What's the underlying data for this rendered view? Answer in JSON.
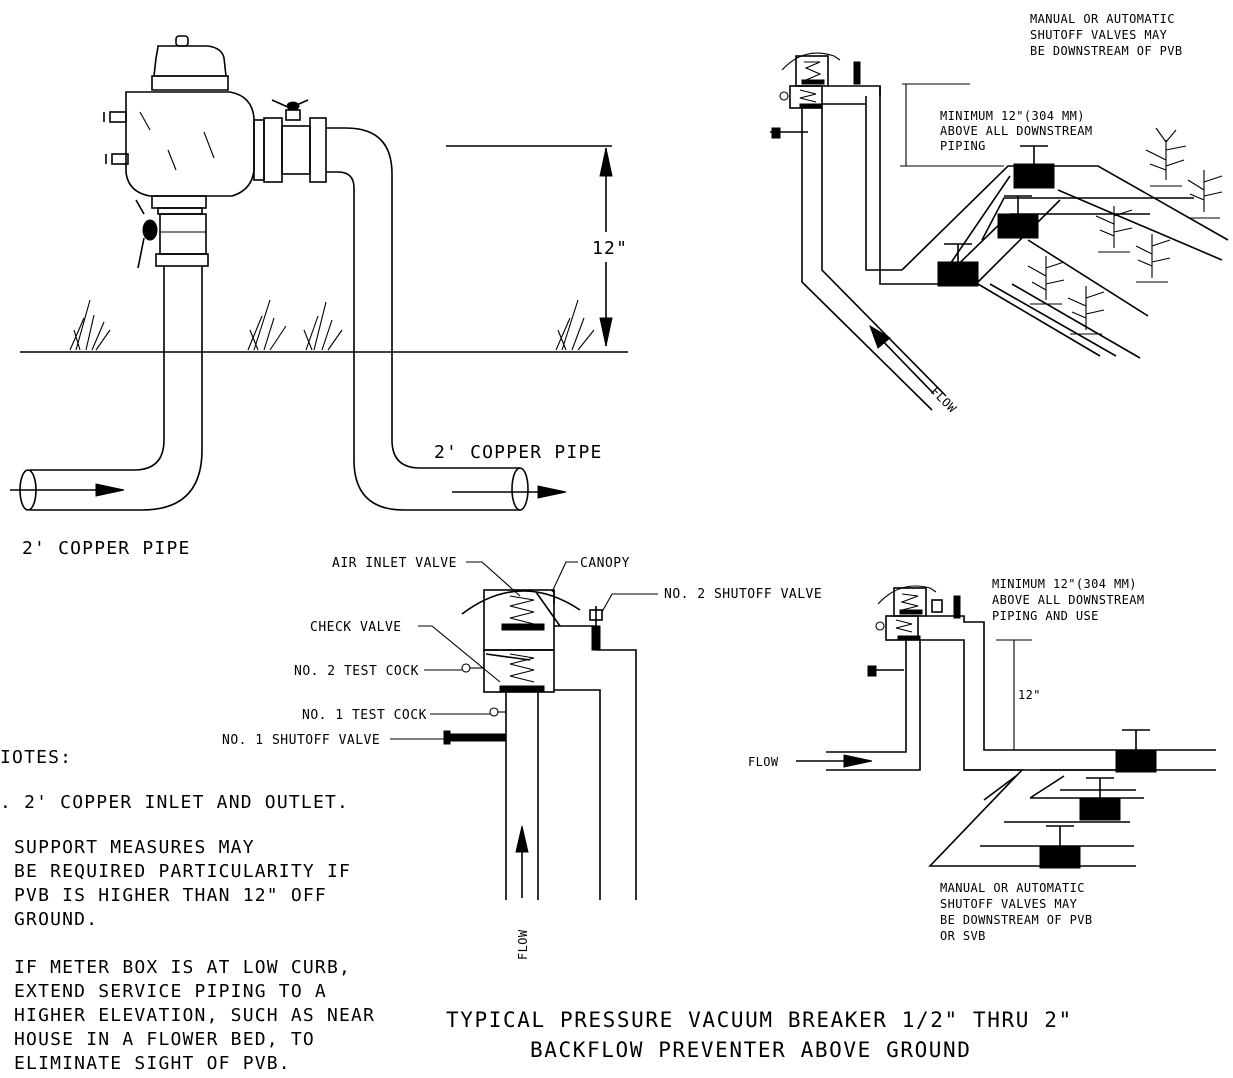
{
  "title": {
    "line1": "TYPICAL PRESSURE VACUUM BREAKER 1/2\" THRU 2\"",
    "line2": "BACKFLOW PREVENTER ABOVE GROUND"
  },
  "top_left": {
    "height_label": "12\"",
    "inlet_pipe_label": "2' COPPER PIPE",
    "outlet_pipe_label": "2' COPPER PIPE"
  },
  "top_right": {
    "note_line1": "MANUAL OR AUTOMATIC",
    "note_line2": "SHUTOFF VALVES MAY",
    "note_line3": "BE DOWNSTREAM OF PVB",
    "min_line1": "MINIMUM 12\"(304 MM)",
    "min_line2": "ABOVE ALL DOWNSTREAM",
    "min_line3": "PIPING",
    "flow_label": "FLOW"
  },
  "center": {
    "air_inlet_valve": "AIR INLET VALVE",
    "canopy": "CANOPY",
    "check_valve": "CHECK VALVE",
    "no2_test_cock": "NO. 2 TEST COCK",
    "no1_test_cock": "NO. 1 TEST COCK",
    "no1_shutoff_valve": "NO. 1 SHUTOFF VALVE",
    "no2_shutoff_valve": "NO. 2 SHUTOFF VALVE",
    "flow_label": "FLOW"
  },
  "bottom_right": {
    "min_line1": "MINIMUM 12\"(304 MM)",
    "min_line2": "ABOVE ALL DOWNSTREAM",
    "min_line3": "PIPING AND USE",
    "height_label": "12\"",
    "flow_label": "FLOW",
    "note_line1": "MANUAL OR AUTOMATIC",
    "note_line2": "SHUTOFF VALVES MAY",
    "note_line3": "BE DOWNSTREAM OF PVB",
    "note_line4": "OR SVB"
  },
  "notes": {
    "heading": "IOTES:",
    "note1": ". 2' COPPER INLET AND OUTLET.",
    "note2_line1": "SUPPORT MEASURES MAY",
    "note2_line2": "BE REQUIRED PARTICULARITY IF",
    "note2_line3": "PVB IS HIGHER THAN 12\" OFF",
    "note2_line4": "GROUND.",
    "note3_line1": "IF METER BOX IS AT LOW CURB,",
    "note3_line2": "EXTEND SERVICE PIPING TO A",
    "note3_line3": "HIGHER ELEVATION, SUCH AS NEAR",
    "note3_line4": "HOUSE IN A FLOWER BED, TO",
    "note3_line5": "ELIMINATE SIGHT OF PVB."
  }
}
